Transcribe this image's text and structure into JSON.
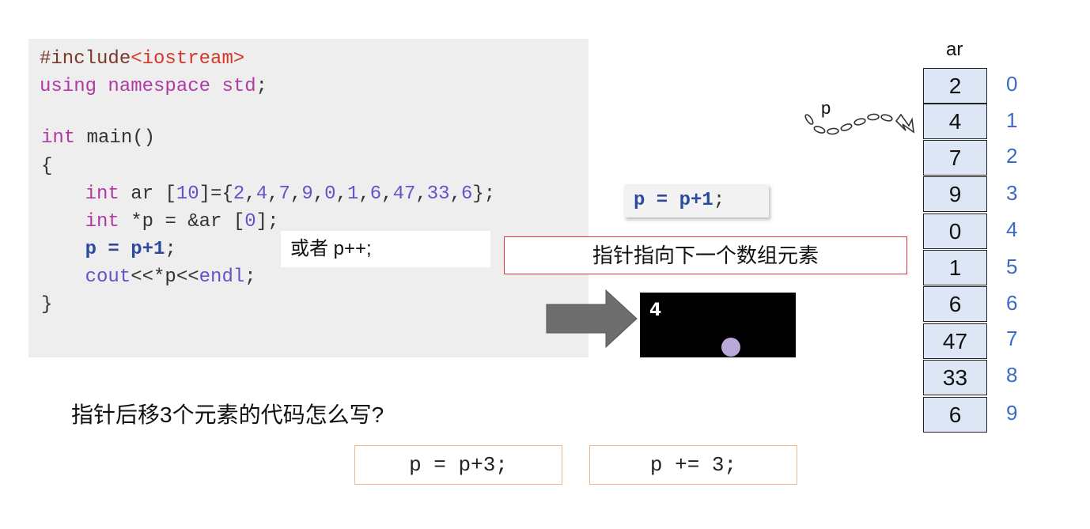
{
  "code": {
    "lines": [
      [
        {
          "t": "#include",
          "c": "pp"
        },
        {
          "t": "<iostream>",
          "c": "str"
        }
      ],
      [
        {
          "t": "using ",
          "c": "kw"
        },
        {
          "t": "namespace ",
          "c": "kw"
        },
        {
          "t": "std",
          "c": "kw"
        },
        {
          "t": ";",
          "c": "pl"
        }
      ],
      [],
      [
        {
          "t": "int",
          "c": "kw"
        },
        {
          "t": " main()",
          "c": "pl"
        }
      ],
      [
        {
          "t": "{",
          "c": "pl"
        }
      ],
      [
        {
          "t": "    ",
          "c": "pl"
        },
        {
          "t": "int",
          "c": "kw"
        },
        {
          "t": " ar [",
          "c": "pl"
        },
        {
          "t": "10",
          "c": "num"
        },
        {
          "t": "]={",
          "c": "pl"
        },
        {
          "t": "2",
          "c": "num"
        },
        {
          "t": ",",
          "c": "pl"
        },
        {
          "t": "4",
          "c": "num"
        },
        {
          "t": ",",
          "c": "pl"
        },
        {
          "t": "7",
          "c": "num"
        },
        {
          "t": ",",
          "c": "pl"
        },
        {
          "t": "9",
          "c": "num"
        },
        {
          "t": ",",
          "c": "pl"
        },
        {
          "t": "0",
          "c": "num"
        },
        {
          "t": ",",
          "c": "pl"
        },
        {
          "t": "1",
          "c": "num"
        },
        {
          "t": ",",
          "c": "pl"
        },
        {
          "t": "6",
          "c": "num"
        },
        {
          "t": ",",
          "c": "pl"
        },
        {
          "t": "47",
          "c": "num"
        },
        {
          "t": ",",
          "c": "pl"
        },
        {
          "t": "33",
          "c": "num"
        },
        {
          "t": ",",
          "c": "pl"
        },
        {
          "t": "6",
          "c": "num"
        },
        {
          "t": "};",
          "c": "pl"
        }
      ],
      [
        {
          "t": "    ",
          "c": "pl"
        },
        {
          "t": "int",
          "c": "kw"
        },
        {
          "t": " *p = &ar [",
          "c": "pl"
        },
        {
          "t": "0",
          "c": "num"
        },
        {
          "t": "];",
          "c": "pl"
        }
      ],
      [
        {
          "t": "    ",
          "c": "pl"
        },
        {
          "t": "p = p+1",
          "c": "bold-blue"
        },
        {
          "t": ";",
          "c": "pl"
        }
      ],
      [
        {
          "t": "    ",
          "c": "pl"
        },
        {
          "t": "cout",
          "c": "fn"
        },
        {
          "t": "<<*p<<",
          "c": "pl"
        },
        {
          "t": "endl",
          "c": "fn"
        },
        {
          "t": ";",
          "c": "pl"
        }
      ],
      [
        {
          "t": "}",
          "c": "pl"
        }
      ]
    ]
  },
  "or_note": "或者 p++;",
  "statement": {
    "text": "p = p+1",
    "semicolon": ";"
  },
  "description": "指针指向下一个数组元素",
  "console_output": "4",
  "question": "指针后移3个元素的代码怎么写?",
  "answers": [
    "p = p+3;",
    "p += 3;"
  ],
  "array": {
    "name": "ar",
    "values": [
      "2",
      "4",
      "7",
      "9",
      "0",
      "1",
      "6",
      "47",
      "33",
      "6"
    ],
    "indices": [
      "0",
      "1",
      "2",
      "3",
      "4",
      "5",
      "6",
      "7",
      "8",
      "9"
    ]
  },
  "pointer_label": "p",
  "colors": {
    "keyword": "#b03aa4",
    "string": "#d1392a",
    "number": "#6a4fc9",
    "highlight": "#2e4a9e",
    "cell": "#dce6f4",
    "index": "#3a6bc7",
    "desc_border": "#e0303a",
    "answer_border": "#f0b48f"
  }
}
